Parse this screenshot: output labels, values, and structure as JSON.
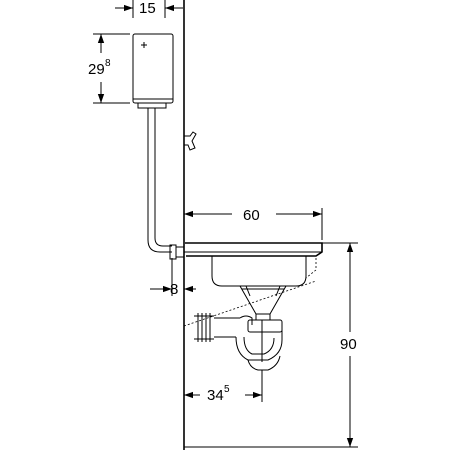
{
  "dimensions": {
    "cistern_width": {
      "main": "15",
      "sup": ""
    },
    "cistern_height": {
      "main": "29",
      "sup": "8"
    },
    "basin_width": {
      "main": "60",
      "sup": ""
    },
    "pipe_offset": {
      "main": "8",
      "sup": ""
    },
    "trap_offset": {
      "main": "34",
      "sup": "5"
    },
    "total_height": {
      "main": "90",
      "sup": ""
    }
  }
}
